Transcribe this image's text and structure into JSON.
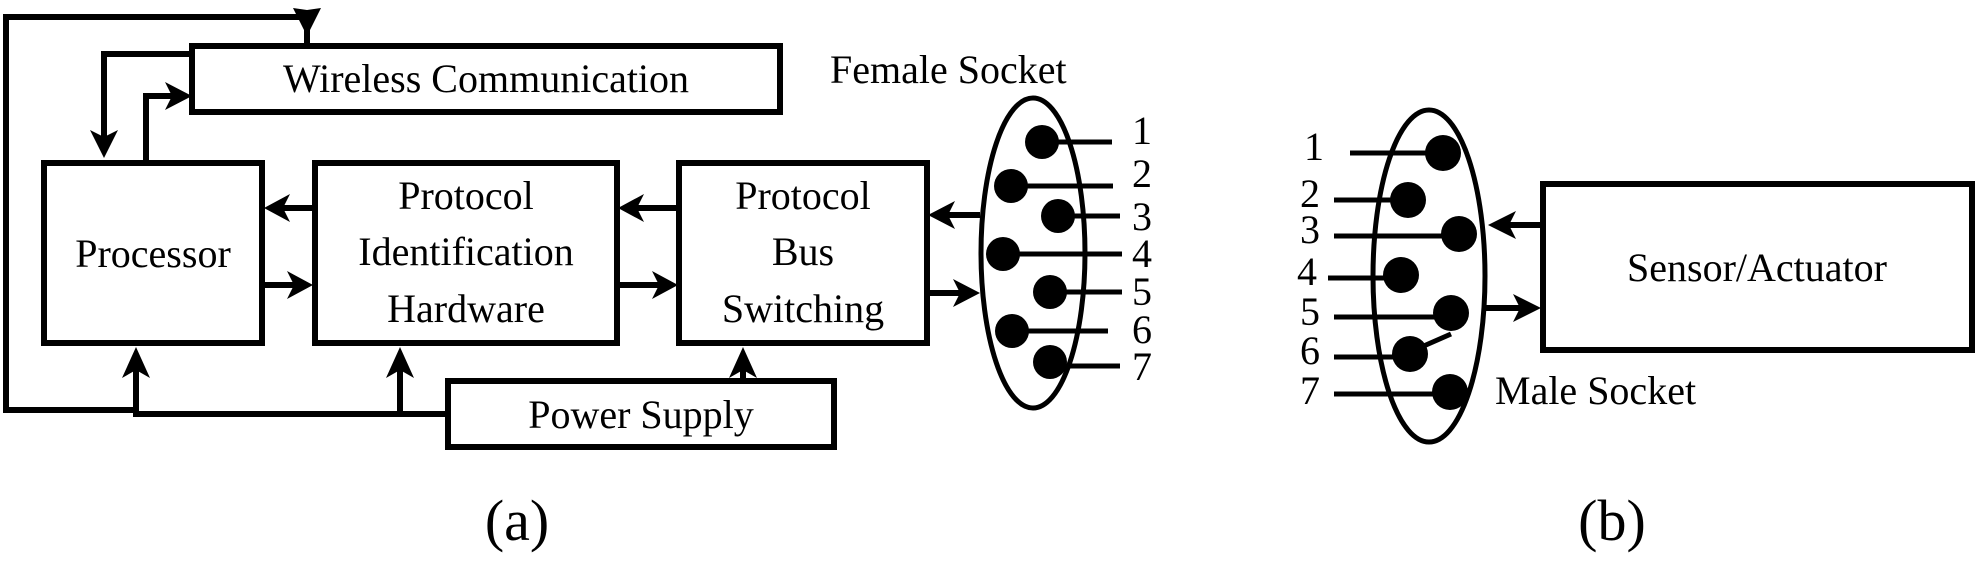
{
  "figure_a": {
    "caption": "(a)",
    "blocks": {
      "wireless": "Wireless Communication",
      "processor": "Processor",
      "protocol_id": [
        "Protocol",
        "Identification",
        "Hardware"
      ],
      "protocol_bus": [
        "Protocol",
        "Bus",
        "Switching"
      ],
      "power_supply": "Power Supply"
    },
    "socket_label": "Female Socket",
    "pins": [
      "1",
      "2",
      "3",
      "4",
      "5",
      "6",
      "7"
    ]
  },
  "figure_b": {
    "caption": "(b)",
    "blocks": {
      "sensor": "Sensor/Actuator"
    },
    "socket_label": "Male Socket",
    "pins": [
      "1",
      "2",
      "3",
      "4",
      "5",
      "6",
      "7"
    ]
  }
}
